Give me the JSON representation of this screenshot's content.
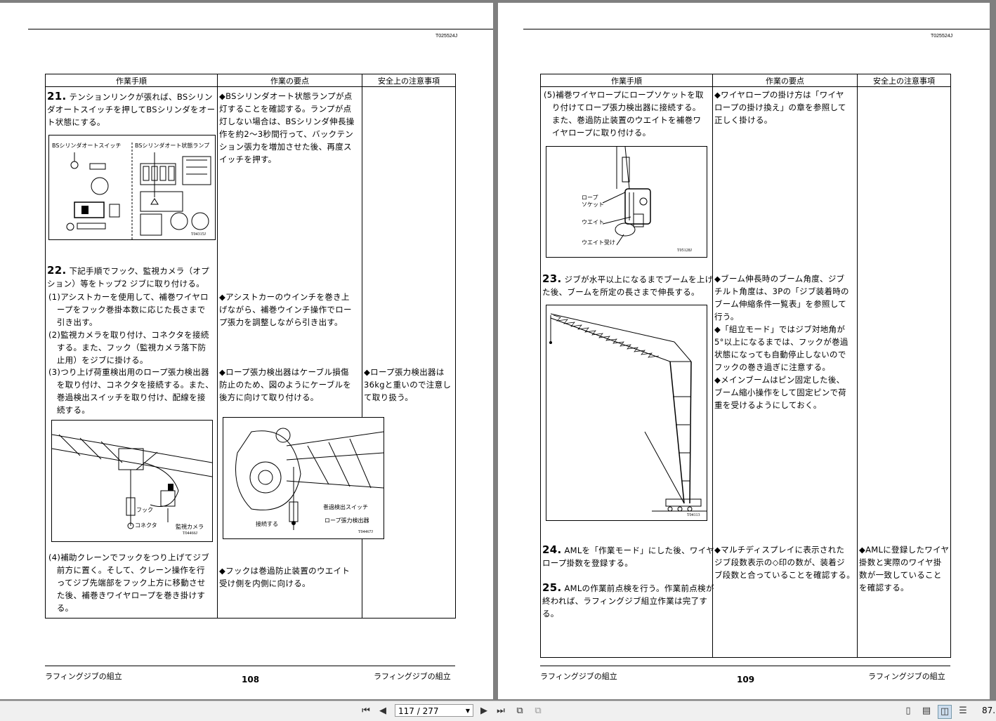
{
  "doc_id": "T025524J",
  "header": {
    "col1": "作業手順",
    "col2": "作業の要点",
    "col3": "安全上の注意事項"
  },
  "left": {
    "step21": {
      "num": "21.",
      "text": " テンションリンクが張れば、BSシリン\nダオートスイッチを押してBSシリンダをオー\nト状態にする。",
      "point": "◆BSシリンダオート状態ランプが点\n灯することを確認する。ランプが点\n灯しない場合は、BSシリンダ伸長操\n作を約2～3秒間行って、バックテン\nション張力を増加させた後、再度ス\nイッチを押す。",
      "fig_labels": [
        "BSシリンダオートスイッチ",
        "BSシリンダオート状態ランプ"
      ],
      "fig_code": "T04315J"
    },
    "step22": {
      "num": "22.",
      "text": " 下記手順でフック、監視カメラ（オプ\nション）等をトップ2 ジブに取り付ける。",
      "sub1": "(1)アシストカーを使用して、補巻ワイヤロ\n   ープをフック巻掛本数に応じた長さまで\n   引き出す。",
      "sub2": "(2)監視カメラを取り付け、コネクタを接続\n   する。また、フック（監視カメラ落下防\n   止用）をジブに掛ける。",
      "sub3": "(3)つり上げ荷重検出用のロープ張力検出器\n   を取り付け、コネクタを接続する。また、\n   巻過検出スイッチを取り付け、配線を接\n   続する。",
      "point1": "◆アシストカーのウインチを巻き上\nげながら、補巻ウインチ操作でロー\nプ張力を調整しながら引き出す。",
      "point3": "◆ロープ張力検出器はケーブル損傷\n防止のため、図のようにケーブルを\n後方に向けて取り付ける。",
      "safety3": "◆ロープ張力検出器は\n36kgと重いので注意し\nて取り扱う。",
      "figA_labels": [
        "フック",
        "コネクタ",
        "監視カメラ"
      ],
      "figA_code": "T04466J",
      "figB_labels": [
        "巻過検出スイッチ",
        "接続する",
        "ロープ張力検出器"
      ],
      "figB_code": "T04467J",
      "sub4": "(4)補助クレーンでフックをつり上げてジブ\n   前方に置く。そして、クレーン操作を行\n   ってジブ先端部をフック上方に移動させ\n   た後、補巻きワイヤロープを巻き掛けす\n   る。",
      "point4": "◆フックは巻過防止装置のウエイト\n受け側を内側に向ける。"
    },
    "footer_left": "ラフィングジブの組立",
    "footer_right": "ラフィングジブの組立",
    "page_number": "108"
  },
  "right": {
    "sub5": "(5)補巻ワイヤロープにロープソケットを取\n   り付けてロープ張力検出器に接続する。\n   また、巻過防止装置のウエイトを補巻ワ\n   イヤロープに取り付ける。",
    "point5": "◆ワイヤロープの掛け方は「ワイヤ\nロープの掛け換え」の章を参照して\n正しく掛ける。",
    "figC_labels": [
      "ロープ\nソケット",
      "ウエイト",
      "ウエイト受け"
    ],
    "figC_code": "T05128J",
    "step23": {
      "num": "23.",
      "text": " ジブが水平以上になるまでブームを上げ\nた後、ブームを所定の長さまで伸長する。",
      "point": "◆ブーム伸長時のブーム角度、ジブ\nチルト角度は、3Pの「ジブ装着時の\nブーム伸縮条件一覧表」を参照して\n行う。\n◆「組立モード」ではジブ対地角が\n5°以上になるまでは、フックが巻過\n状態になっても自動停止しないので\nフックの巻き過ぎに注意する。\n◆メインブームはピン固定した後、\nブーム縮小操作をして固定ピンで荷\n重を受けるようにしておく。",
      "fig_code": "T04113"
    },
    "step24": {
      "num": "24.",
      "text": " AMLを「作業モード」にした後、ワイヤ\nロープ掛数を登録する。",
      "point": "◆マルチディスプレイに表示された\nジブ段数表示の◇印の数が、装着ジ\nブ段数と合っていることを確認する。",
      "safety": "◆AMLに登録したワイヤ\n掛数と実際のワイヤ掛\n数が一致していること\nを確認する。"
    },
    "step25": {
      "num": "25.",
      "text": " AMLの作業前点検を行う。作業前点検が\n終われば、ラフィングジブ組立作業は完了す\nる。"
    },
    "footer_left": "ラフィングジブの組立",
    "footer_right": "ラフィングジブの組立",
    "page_number": "109"
  },
  "toolbar": {
    "page_indicator": "117 / 277",
    "zoom": "87.",
    "icons": [
      "first-page-icon",
      "prev-page-icon",
      "next-page-icon",
      "last-page-icon"
    ]
  }
}
